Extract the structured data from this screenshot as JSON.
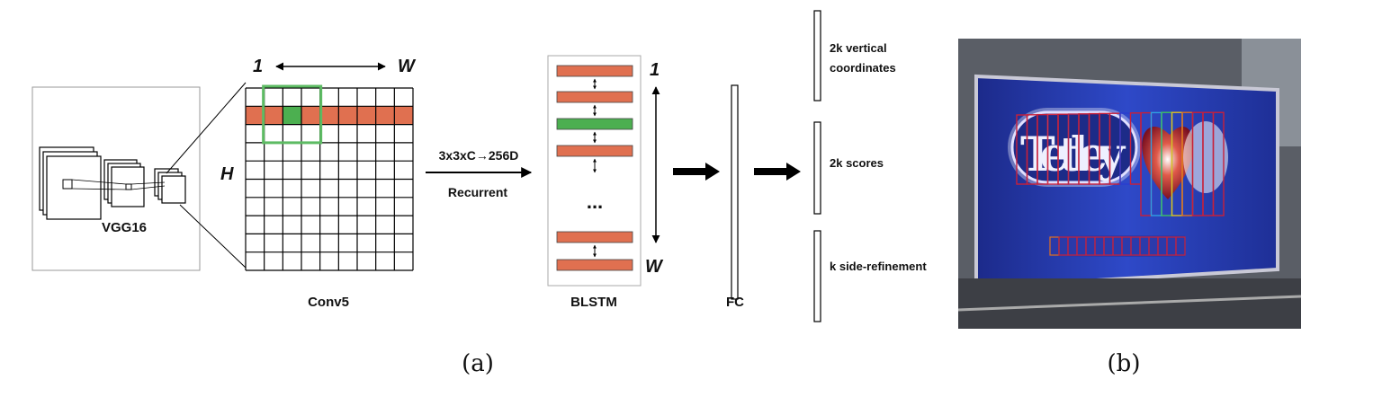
{
  "panel_a": {
    "vgg_label": "VGG16",
    "conv_label": "Conv5",
    "w_start": "1",
    "w_end": "W",
    "h_label": "H",
    "transform_top": "3x3xC→256D",
    "transform_bottom": "Recurrent",
    "blstm_label": "BLSTM",
    "blstm_top": "1",
    "blstm_bottom": "W",
    "ellipsis": "...",
    "fc_label": "FC",
    "outputs": [
      "2k vertical",
      "coordinates",
      "2k scores",
      "k side-refinement"
    ],
    "caption": "(a)",
    "colors": {
      "orange": "#E07050",
      "green": "#4CAF50",
      "outline_green": "#5DBB63"
    }
  },
  "panel_b": {
    "photo_text": "Tetley",
    "caption": "(b)"
  }
}
